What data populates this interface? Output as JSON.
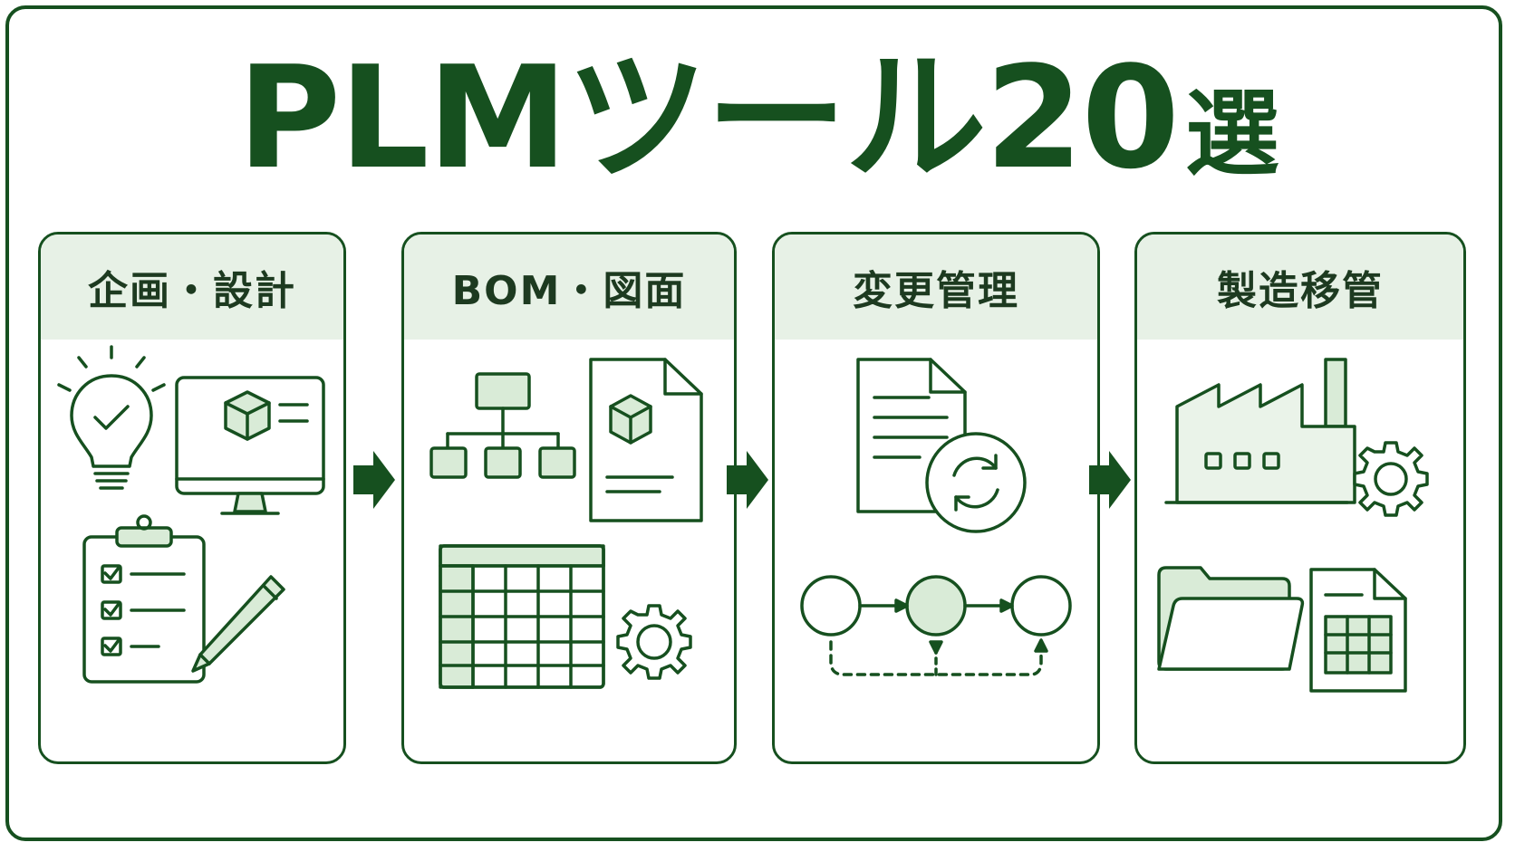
{
  "title": {
    "main": "PLMツール20",
    "suffix": "選"
  },
  "stages": [
    {
      "label": "企画・設計",
      "icons": [
        "lightbulb-check-icon",
        "monitor-cube-icon",
        "clipboard-checklist-icon",
        "pencil-icon"
      ]
    },
    {
      "label": "BOM・図面",
      "icons": [
        "hierarchy-tree-icon",
        "document-cube-icon",
        "spreadsheet-icon",
        "gear-icon"
      ]
    },
    {
      "label": "変更管理",
      "icons": [
        "document-sync-icon",
        "workflow-nodes-icon"
      ]
    },
    {
      "label": "製造移管",
      "icons": [
        "factory-icon",
        "gear-icon",
        "folder-icon",
        "table-document-icon"
      ]
    }
  ],
  "colors": {
    "primary": "#16501f",
    "header_fill": "#e7f1e6",
    "icon_fill": "#d9ebd7"
  }
}
